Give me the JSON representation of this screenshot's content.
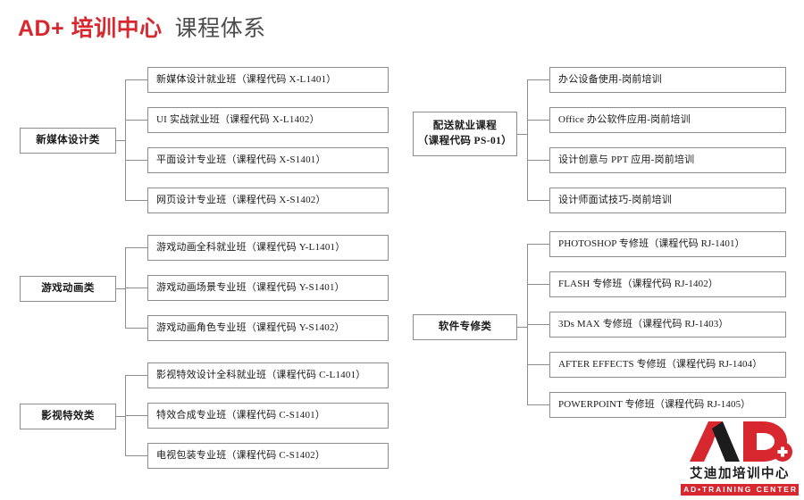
{
  "title": {
    "brand": "AD+ 培训中心",
    "subject": "课程体系",
    "brand_color": "#d7282f",
    "subject_color": "#4d4d4d"
  },
  "diagram": {
    "type": "tree-org-chart",
    "branches": [
      {
        "id": "new-media-design",
        "category": "新媒体设计类",
        "category_lines": [
          "新媒体设计类"
        ],
        "courses": [
          "新媒体设计就业班（课程代码 X-L1401）",
          "UI 实战就业班（课程代码 X-L1402）",
          "平面设计专业班（课程代码 X-S1401）",
          "网页设计专业班（课程代码 X-S1402）"
        ]
      },
      {
        "id": "game-animation",
        "category": "游戏动画类",
        "category_lines": [
          "游戏动画类"
        ],
        "courses": [
          "游戏动画全科就业班（课程代码 Y-L1401）",
          "游戏动画场景专业班（课程代码 Y-S1401）",
          "游戏动画角色专业班（课程代码 Y-S1402）"
        ]
      },
      {
        "id": "film-vfx",
        "category": "影视特效类",
        "category_lines": [
          "影视特效类"
        ],
        "courses": [
          "影视特效设计全科就业班（课程代码 C-L1401）",
          "特效合成专业班（课程代码 C-S1401）",
          "电视包装专业班（课程代码 C-S1402）"
        ]
      },
      {
        "id": "placement-employment",
        "category": "配送就业课程（课程代码 PS-01）",
        "category_lines": [
          "配送就业课程",
          "（课程代码 PS-01）"
        ],
        "courses": [
          "办公设备使用-岗前培训",
          "Office 办公软件应用-岗前培训",
          "设计创意与 PPT 应用-岗前培训",
          "设计师面试技巧-岗前培训"
        ]
      },
      {
        "id": "software-specialty",
        "category": "软件专修类",
        "category_lines": [
          "软件专修类"
        ],
        "courses": [
          "PHOTOSHOP 专修班（课程代码 RJ-1401）",
          "FLASH 专修班（课程代码 RJ-1402）",
          "3Ds MAX 专修班（课程代码 RJ-1403）",
          "AFTER EFFECTS 专修班（课程代码 RJ-1404）",
          "POWERPOINT 专修班（课程代码 RJ-1405）"
        ]
      }
    ]
  },
  "logo": {
    "wordmark": "AD+",
    "chinese_name": "艾迪加培训中心",
    "english_name": "AD•TRAINING CENTER",
    "red": "#d7282f",
    "black": "#1c1c1c"
  }
}
